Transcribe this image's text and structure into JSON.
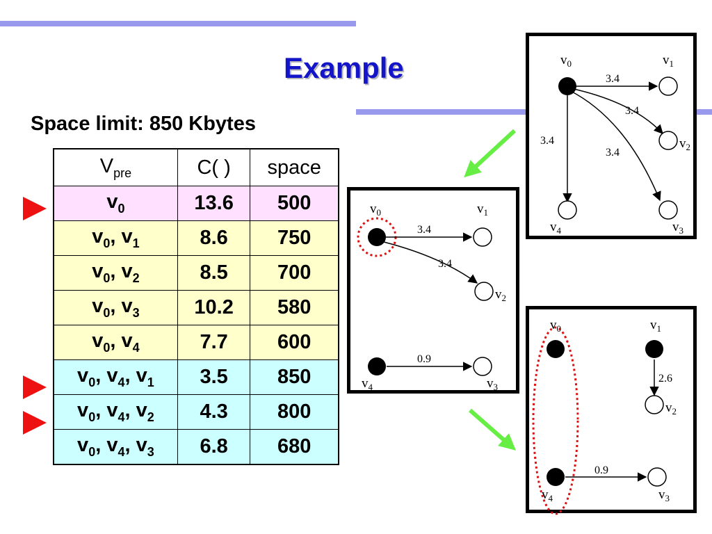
{
  "title": "Example",
  "space_limit": "Space limit: 850 Kbytes",
  "table": {
    "headers": {
      "vpre_main": "V",
      "vpre_sub": "pre",
      "cost": "C( )",
      "space": "space"
    },
    "rows": [
      {
        "nodes": [
          "0"
        ],
        "cost": "13.6",
        "space": "500",
        "color": "pink",
        "marked": true
      },
      {
        "nodes": [
          "0",
          "1"
        ],
        "cost": "8.6",
        "space": "750",
        "color": "yellow",
        "marked": false
      },
      {
        "nodes": [
          "0",
          "2"
        ],
        "cost": "8.5",
        "space": "700",
        "color": "yellow",
        "marked": false
      },
      {
        "nodes": [
          "0",
          "3"
        ],
        "cost": "10.2",
        "space": "580",
        "color": "yellow",
        "marked": false
      },
      {
        "nodes": [
          "0",
          "4"
        ],
        "cost": "7.7",
        "space": "600",
        "color": "yellow",
        "marked": false
      },
      {
        "nodes": [
          "0",
          "4",
          "1"
        ],
        "cost": "3.5",
        "space": "850",
        "color": "cyan",
        "marked": true
      },
      {
        "nodes": [
          "0",
          "4",
          "2"
        ],
        "cost": "4.3",
        "space": "800",
        "color": "cyan",
        "marked": true
      },
      {
        "nodes": [
          "0",
          "4",
          "3"
        ],
        "cost": "6.8",
        "space": "680",
        "color": "cyan",
        "marked": false
      }
    ]
  },
  "colors": {
    "title": "#1414c8",
    "marker": "#ee1111",
    "green_arrow": "#66ee44",
    "dotted_circle": "#dd1111"
  },
  "graphs": {
    "top_right": {
      "nodes": {
        "v0": "v",
        "v0_sub": "0",
        "v1": "v",
        "v1_sub": "1",
        "v2": "v",
        "v2_sub": "2",
        "v3": "v",
        "v3_sub": "3",
        "v4": "v",
        "v4_sub": "4"
      },
      "edges": {
        "v0_v1": "3.4",
        "v0_v2": "3.4",
        "v0_v3": "3.4",
        "v0_v4": "3.4"
      }
    },
    "middle": {
      "nodes": {
        "v0": "v",
        "v0_sub": "0",
        "v1": "v",
        "v1_sub": "1",
        "v2": "v",
        "v2_sub": "2",
        "v3": "v",
        "v3_sub": "3",
        "v4": "v",
        "v4_sub": "4"
      },
      "edges": {
        "v0_v1": "3.4",
        "v0_v2": "3.4",
        "v4_v3": "0.9"
      }
    },
    "bottom_right": {
      "nodes": {
        "v0": "v",
        "v0_sub": "0",
        "v1": "v",
        "v1_sub": "1",
        "v2": "v",
        "v2_sub": "2",
        "v3": "v",
        "v3_sub": "3",
        "v4": "v",
        "v4_sub": "4"
      },
      "edges": {
        "v1_v2": "2.6",
        "v4_v3": "0.9"
      }
    }
  }
}
